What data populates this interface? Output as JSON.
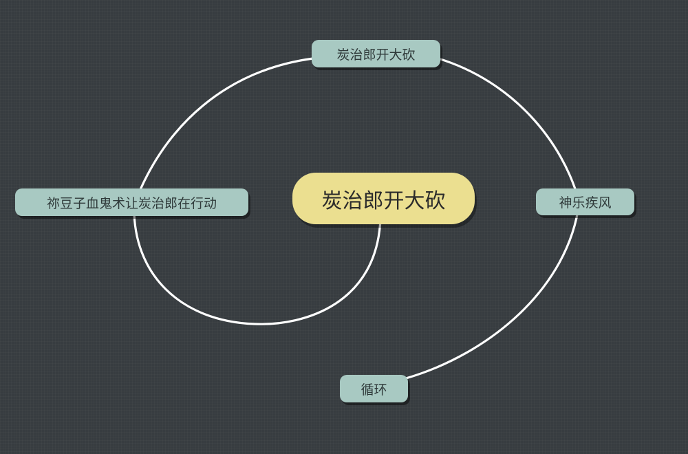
{
  "diagram": {
    "central_topic": {
      "label": "炭治郎开大砍"
    },
    "nodes": [
      {
        "id": "top",
        "label": "炭治郎开大砍"
      },
      {
        "id": "left",
        "label": "祢豆子血鬼术让炭治郎在行动"
      },
      {
        "id": "right",
        "label": "神乐疾风"
      },
      {
        "id": "bottom",
        "label": "循环"
      }
    ],
    "connections": [
      {
        "from": "center",
        "to": "left"
      },
      {
        "from": "left",
        "to": "top"
      },
      {
        "from": "top",
        "to": "right"
      },
      {
        "from": "right",
        "to": "bottom"
      }
    ],
    "colors": {
      "background": "#373c40",
      "central_fill": "#ebdf90",
      "node_fill": "#a8c9c2",
      "connector": "#ffffff"
    }
  }
}
